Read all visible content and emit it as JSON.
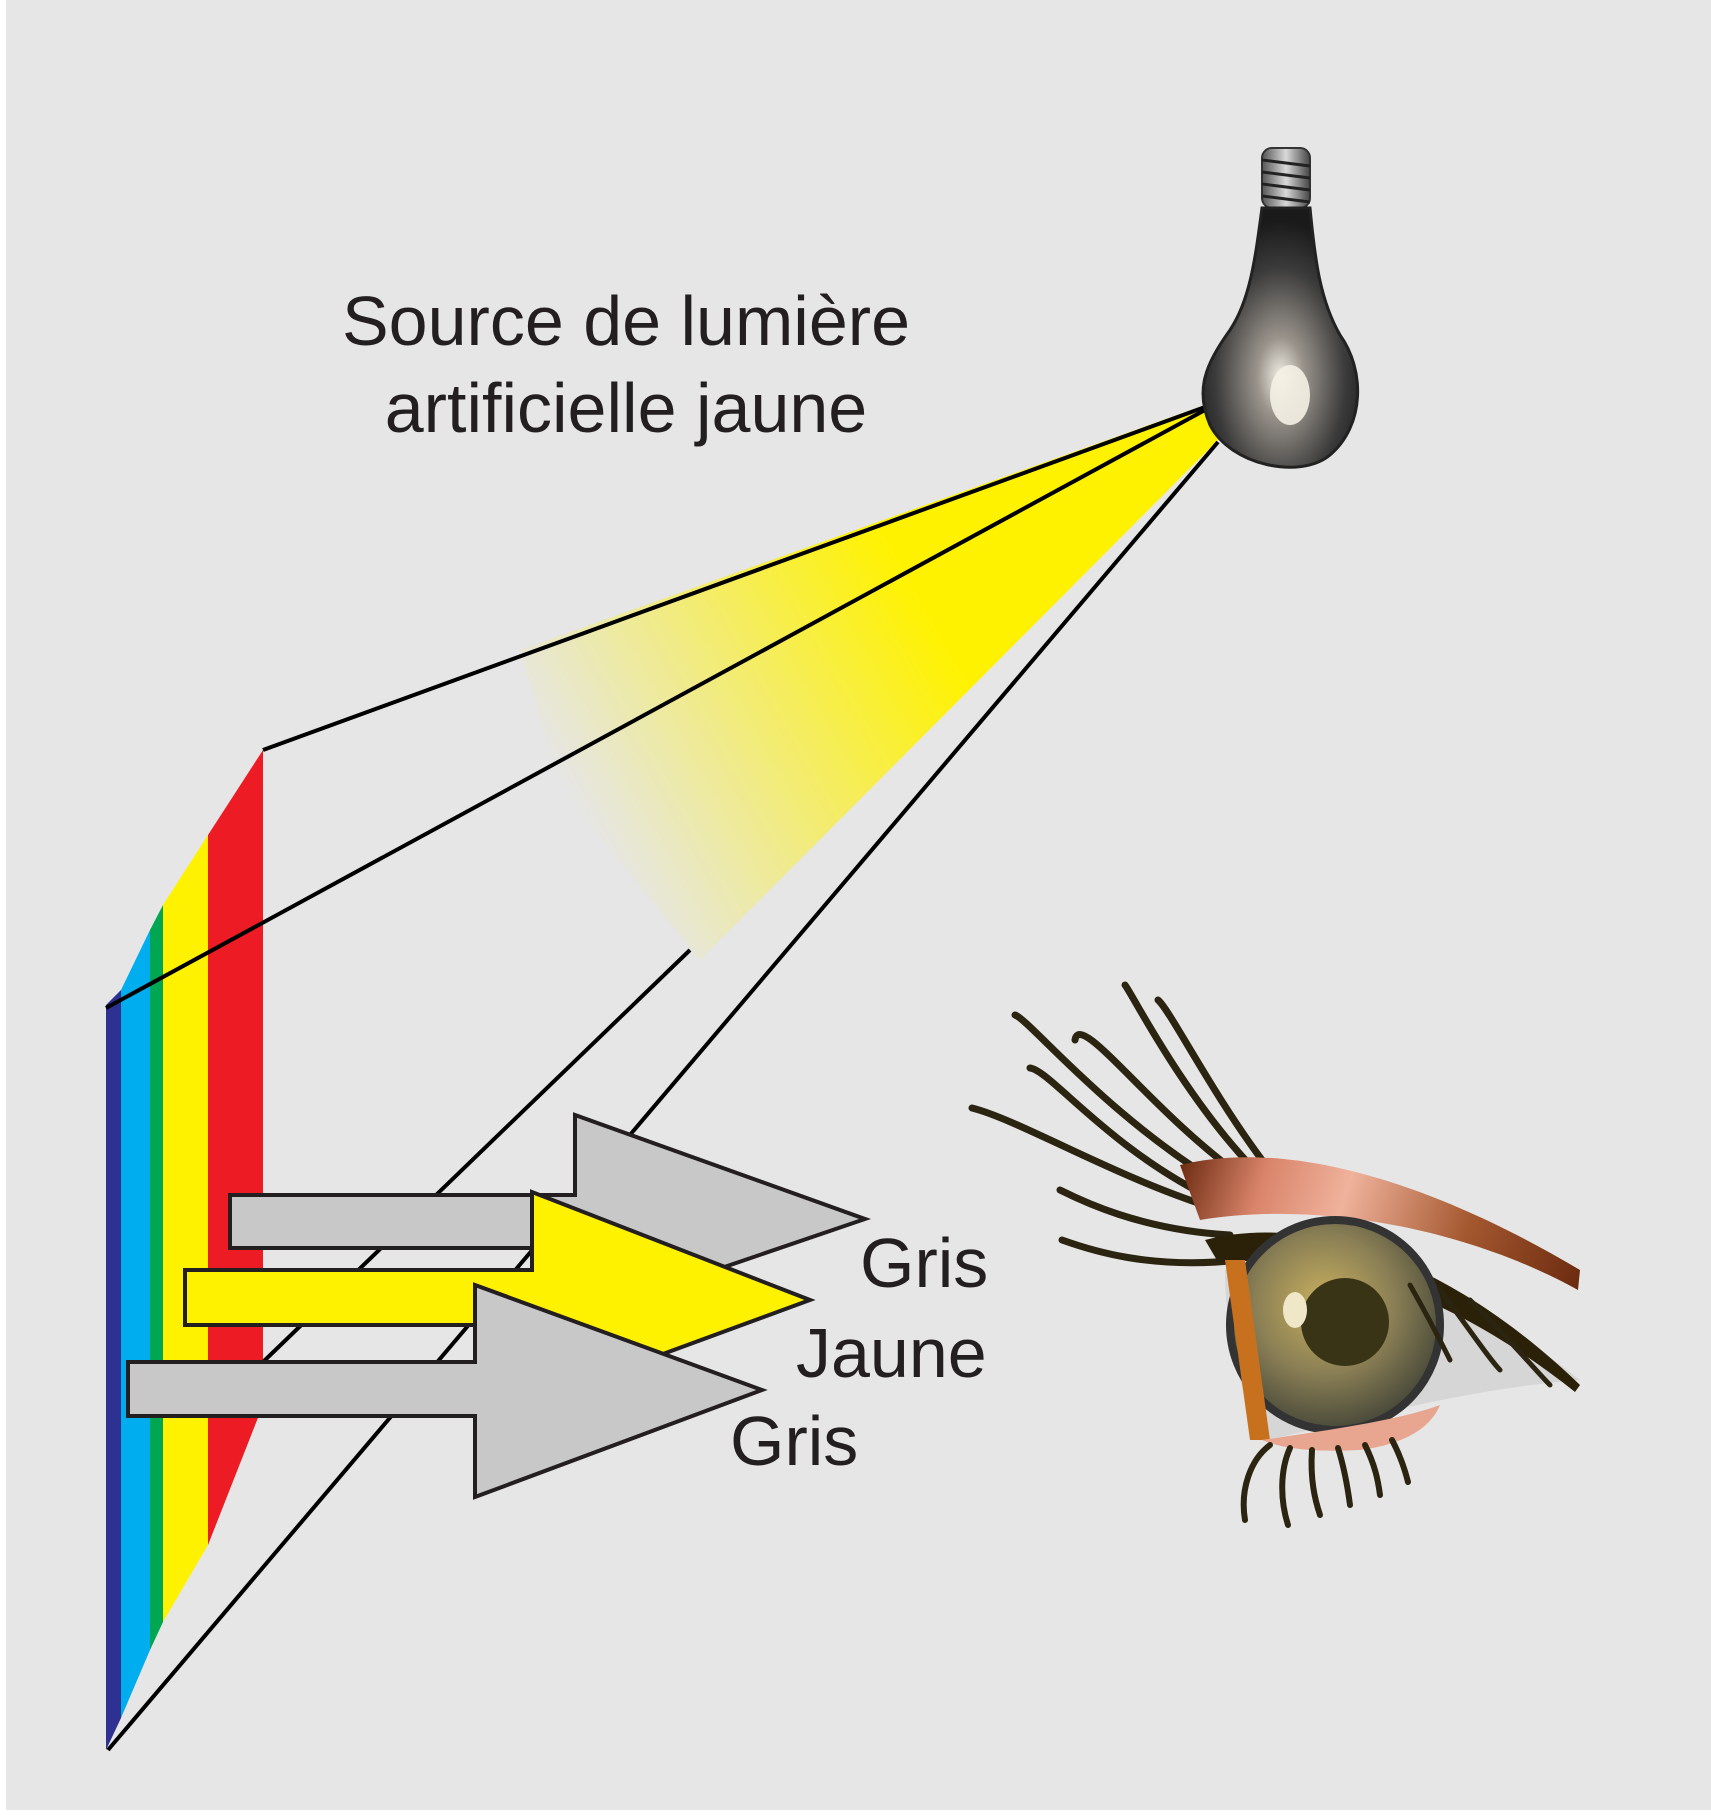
{
  "title": {
    "line1": "Source de lumière",
    "line2": "artificielle jaune"
  },
  "arrows": [
    {
      "label": "Gris",
      "color": "#c8c8c8"
    },
    {
      "label": "Jaune",
      "color": "#fff200"
    },
    {
      "label": "Gris",
      "color": "#c8c8c8"
    }
  ],
  "spectrum": {
    "bands": [
      {
        "name": "violet",
        "color": "#2e3192"
      },
      {
        "name": "blue",
        "color": "#00aeef"
      },
      {
        "name": "green",
        "color": "#00a651"
      },
      {
        "name": "yellow",
        "color": "#fff200"
      },
      {
        "name": "red",
        "color": "#ed1c24"
      }
    ]
  },
  "colors": {
    "background": "#e6e6e6",
    "light_beam": "#fff200",
    "outline": "#000000"
  },
  "icons": {
    "light_source": "light-bulb-icon",
    "viewer": "eye-icon"
  }
}
